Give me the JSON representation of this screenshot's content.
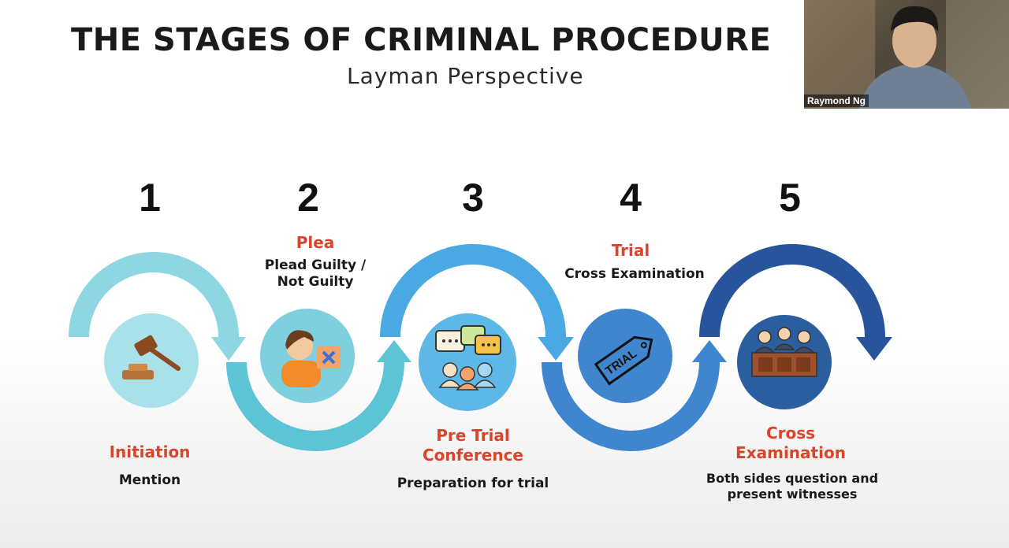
{
  "slide": {
    "title": "THE STAGES OF CRIMINAL PROCEDURE",
    "subtitle": "Layman Perspective"
  },
  "stages": [
    {
      "number": "1",
      "title": "Initiation",
      "description": "Mention",
      "icon": "gavel-icon"
    },
    {
      "number": "2",
      "title": "Plea",
      "description_lines": [
        "Plead Guilty /",
        "Not Guilty"
      ],
      "icon": "person-decision-icon"
    },
    {
      "number": "3",
      "title_lines": [
        "Pre Trial",
        "Conference"
      ],
      "description": "Preparation for trial",
      "icon": "discussion-icon"
    },
    {
      "number": "4",
      "title": "Trial",
      "description": "Cross Examination",
      "icon": "trial-tag-icon",
      "tag_text": "TRIAL"
    },
    {
      "number": "5",
      "title_lines": [
        "Cross",
        "Examination"
      ],
      "description_lines": [
        "Both sides question and",
        "present witnesses"
      ],
      "icon": "judges-bench-icon"
    }
  ],
  "video": {
    "participant_name": "Raymond Ng"
  },
  "colors": {
    "accent_red": "#d9452b",
    "arc_1": "#8fd6e3",
    "arc_2": "#5dc4d6",
    "arc_3": "#4aa8e2",
    "arc_4": "#3f86cf",
    "arc_5": "#27549a"
  }
}
